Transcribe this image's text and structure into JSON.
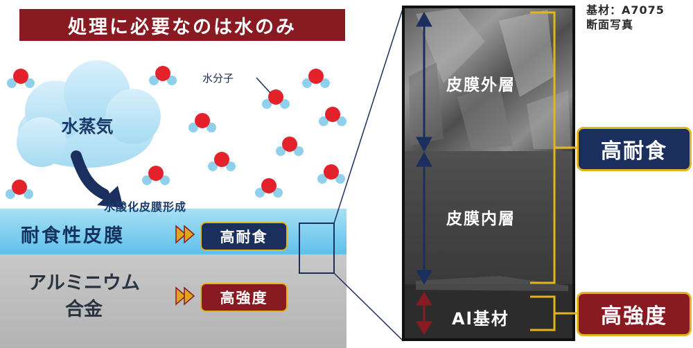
{
  "title": "処理に必要なのは水のみ",
  "left_diagram": {
    "cloud_label": "水蒸気",
    "molecule_label": "水分子",
    "formation_label": "水酸化皮膜形成",
    "film_label": "耐食性皮膜",
    "alloy_label_line1": "アルミニウム",
    "alloy_label_line2": "合金",
    "film_badge": "高耐食",
    "alloy_badge": "高強度"
  },
  "cross_section": {
    "caption_line1": "基材：A7075",
    "caption_line2": "断面写真",
    "outer_layer": "皮膜外層",
    "inner_layer": "皮膜内層",
    "substrate": "Al基材",
    "film_property": "高耐食",
    "substrate_property": "高強度"
  },
  "colors": {
    "banner": "#8a1a22",
    "navy": "#1b2f5e",
    "gold": "#e0b51e",
    "film": "#7fcff0",
    "alloy": "#bcbcbc",
    "oxygen": "#e3222b",
    "hydrogen": "#8fd1ec"
  }
}
